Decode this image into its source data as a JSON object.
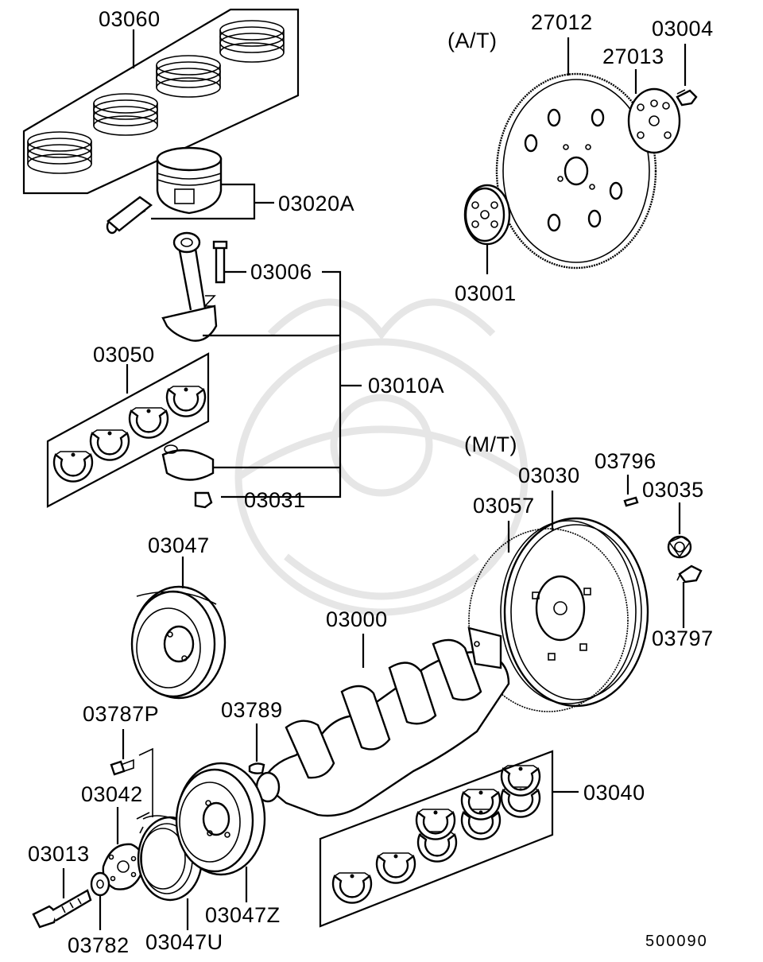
{
  "labels": {
    "p03060": "03060",
    "p03020A": "03020A",
    "p03006": "03006",
    "p03010A": "03010A",
    "p03050": "03050",
    "p03031": "03031",
    "at": "(A/T)",
    "p27012": "27012",
    "p27013": "27013",
    "p03004": "03004",
    "p03001": "03001",
    "mt": "(M/T)",
    "p03796": "03796",
    "p03030": "03030",
    "p03035": "03035",
    "p03057": "03057",
    "p03797": "03797",
    "p03047": "03047",
    "p03000": "03000",
    "p03787P": "03787P",
    "p03789": "03789",
    "p03042": "03042",
    "p03040": "03040",
    "p03013": "03013",
    "p03782": "03782",
    "p03047U": "03047U",
    "p03047Z": "03047Z",
    "diagram_code": "500090"
  },
  "parts": [
    {
      "id": "03060",
      "icon": "piston-ring-set-icon"
    },
    {
      "id": "03020A",
      "icon": "piston-icon"
    },
    {
      "id": "03006",
      "icon": "rod-bolt-icon"
    },
    {
      "id": "03010A",
      "icon": "connecting-rod-icon"
    },
    {
      "id": "03050",
      "icon": "rod-bearing-icon"
    },
    {
      "id": "03031",
      "icon": "rod-nut-icon"
    },
    {
      "id": "27012",
      "icon": "drive-plate-icon"
    },
    {
      "id": "27013",
      "icon": "adapter-plate-icon"
    },
    {
      "id": "03004",
      "icon": "bolt-icon"
    },
    {
      "id": "03001",
      "icon": "adapter-plate-icon"
    },
    {
      "id": "03796",
      "icon": "pin-icon"
    },
    {
      "id": "03030",
      "icon": "flywheel-icon"
    },
    {
      "id": "03035",
      "icon": "pilot-bearing-icon"
    },
    {
      "id": "03057",
      "icon": "ring-gear-icon"
    },
    {
      "id": "03797",
      "icon": "bolt-icon"
    },
    {
      "id": "03047",
      "icon": "crank-pulley-icon"
    },
    {
      "id": "03000",
      "icon": "crankshaft-icon"
    },
    {
      "id": "03787P",
      "icon": "bolt-icon"
    },
    {
      "id": "03789",
      "icon": "woodruff-key-icon"
    },
    {
      "id": "03042",
      "icon": "plate-icon"
    },
    {
      "id": "03040",
      "icon": "main-bearing-icon"
    },
    {
      "id": "03013",
      "icon": "crank-bolt-icon"
    },
    {
      "id": "03782",
      "icon": "washer-icon"
    },
    {
      "id": "03047U",
      "icon": "damper-icon"
    },
    {
      "id": "03047Z",
      "icon": "pulley-icon"
    }
  ]
}
